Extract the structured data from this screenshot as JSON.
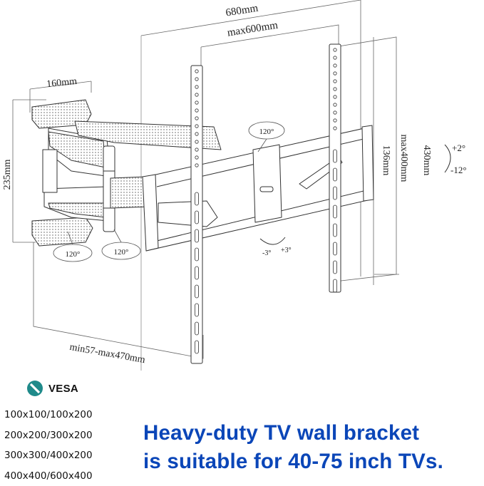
{
  "diagram": {
    "dimensions": {
      "overall_width": "680mm",
      "vesa_max_width": "max600mm",
      "overall_height": "430mm",
      "vesa_max_height": "max400mm",
      "arm_plate_height": "136mm",
      "wall_plate_height": "235mm",
      "wall_plate_width": "160mm",
      "extension": "min57-max470mm"
    },
    "rotations": {
      "swivel_1": "120°",
      "swivel_2": "120°",
      "swivel_3": "120°",
      "tilt_up": "+2°",
      "tilt_down": "-12°",
      "level_minus": "-3°",
      "level_plus": "+3°"
    }
  },
  "vesa": {
    "title": "VESA",
    "icon": "no-slash-circle-icon",
    "icon_color": "#1f8a8a",
    "patterns": [
      "100x100/100x200",
      "200x200/300x200",
      "300x300/400x200",
      "400x400/600x400"
    ]
  },
  "headline": {
    "line1": "Heavy-duty TV wall bracket",
    "line2": "is suitable for 40-75 inch TVs.",
    "color": "#0b46b8"
  }
}
